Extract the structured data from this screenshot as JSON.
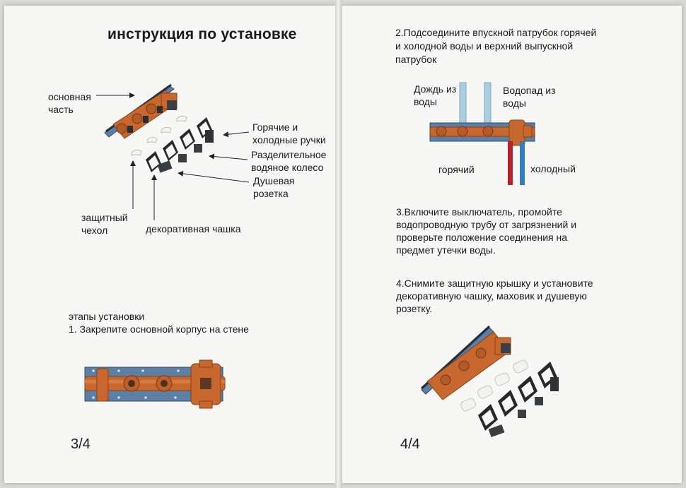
{
  "left_page": {
    "title": "инструкция по установке",
    "labels": {
      "main_part": [
        "основная",
        "часть"
      ],
      "handles": [
        "Горячие и",
        "холодные ручки"
      ],
      "diverter": [
        "Разделительное",
        "водяное колесо"
      ],
      "rosette": [
        "Душевая",
        "розетка"
      ],
      "cover": [
        "защитный",
        "чехол"
      ],
      "cup": "декоративная чашка"
    },
    "steps_heading": "этапы установки",
    "step1": "1. Закрепите основной корпус на стене",
    "page_number": "3/4"
  },
  "right_page": {
    "step2": [
      "2.Подсоедините впускной патрубок горячей",
      "и холодной воды и верхний выпускной",
      "патрубок"
    ],
    "labels": {
      "rain": [
        "Дождь из",
        "воды"
      ],
      "waterfall": [
        "Водопад из",
        "воды"
      ],
      "hot": "горячий",
      "cold": "холодный"
    },
    "step3": [
      "3.Включите выключатель, промойте",
      "водопроводную трубу от загрязнений и",
      "проверьте положение соединения на",
      "предмет утечки воды."
    ],
    "step4": [
      "4.Снимите защитную крышку и установите",
      "декоративную чашку, маховик и душевую",
      "розетку."
    ],
    "page_number": "4/4"
  },
  "colors": {
    "copper": "#c8682e",
    "copper_dark": "#8a3f17",
    "mount_plate": "#5d7fa3",
    "hot_pipe": "#b3262c",
    "cold_pipe": "#2f7fc0",
    "outlet_pipe": "#a9cfe0",
    "dark_part": "#26282b"
  }
}
